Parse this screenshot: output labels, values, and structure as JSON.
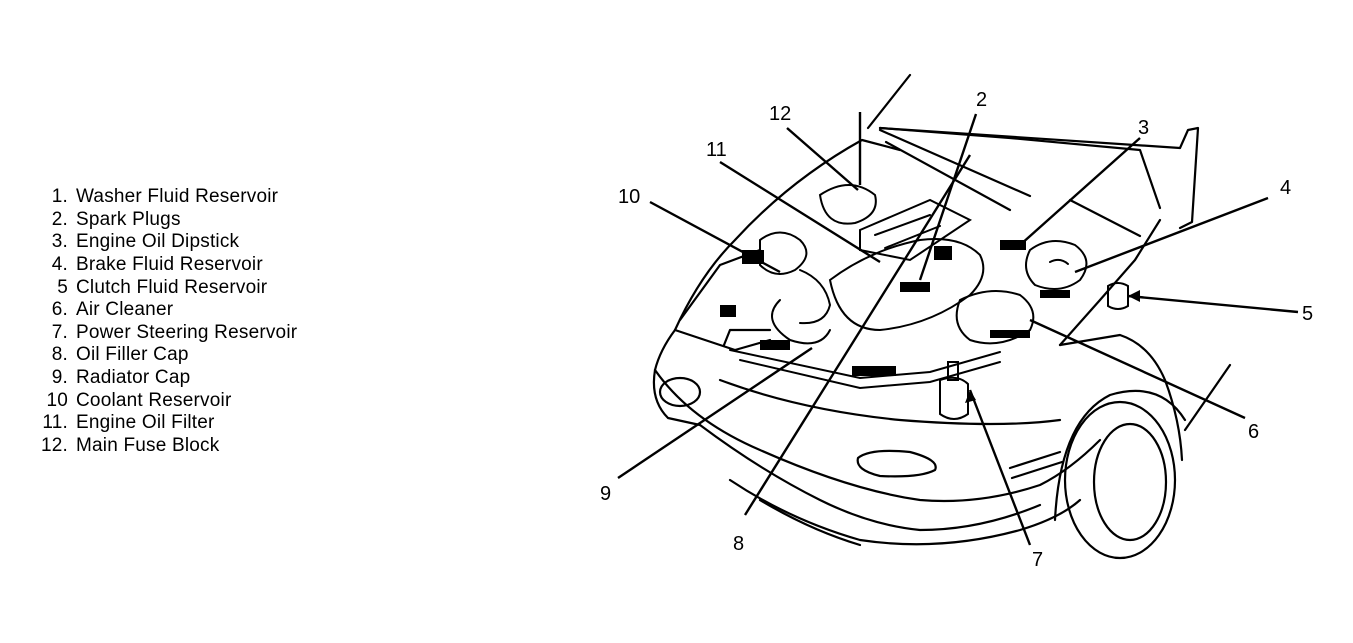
{
  "legend": [
    {
      "num": "1.",
      "label": "Washer Fluid Reservoir"
    },
    {
      "num": "2.",
      "label": "Spark Plugs"
    },
    {
      "num": "3.",
      "label": "Engine Oil Dipstick"
    },
    {
      "num": "4.",
      "label": "Brake Fluid Reservoir"
    },
    {
      "num": "5",
      "label": "Clutch Fluid Reservoir"
    },
    {
      "num": "6.",
      "label": "Air Cleaner"
    },
    {
      "num": "7.",
      "label": "Power Steering Reservoir"
    },
    {
      "num": "8.",
      "label": "Oil Filler Cap"
    },
    {
      "num": "9.",
      "label": "Radiator Cap"
    },
    {
      "num": "10",
      "label": "Coolant Reservoir"
    },
    {
      "num": "11.",
      "label": "Engine Oil Filter"
    },
    {
      "num": "12.",
      "label": "Main Fuse Block"
    }
  ],
  "callouts": {
    "c2": "2",
    "c3": "3",
    "c4": "4",
    "c5": "5",
    "c6": "6",
    "c7": "7",
    "c8": "8",
    "c9": "9",
    "c10": "10",
    "c11": "11",
    "c12": "12"
  }
}
